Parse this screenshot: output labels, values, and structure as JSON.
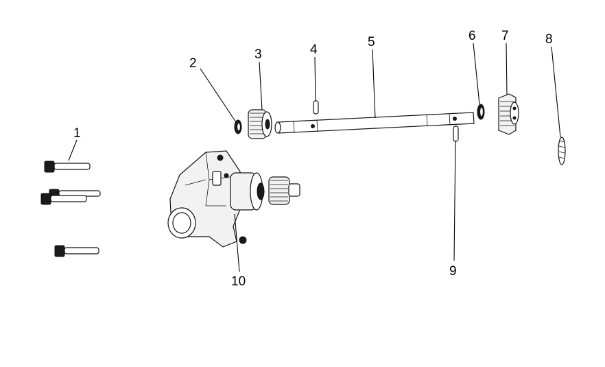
{
  "callouts": [
    {
      "id": "1",
      "text": "1"
    },
    {
      "id": "2",
      "text": "2"
    },
    {
      "id": "3",
      "text": "3"
    },
    {
      "id": "4",
      "text": "4"
    },
    {
      "id": "5",
      "text": "5"
    },
    {
      "id": "6",
      "text": "6"
    },
    {
      "id": "7",
      "text": "7"
    },
    {
      "id": "8",
      "text": "8"
    },
    {
      "id": "9",
      "text": "9"
    },
    {
      "id": "10",
      "text": "10"
    }
  ],
  "colors": {
    "line": "#111111",
    "background": "#ffffff"
  }
}
